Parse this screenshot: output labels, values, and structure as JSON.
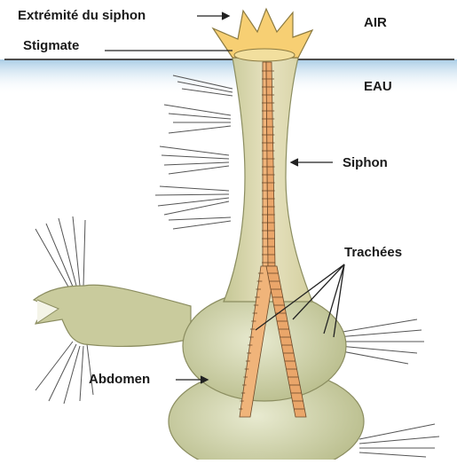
{
  "labels": {
    "extremite": "Extrémité du siphon",
    "stigmate": "Stigmate",
    "air": "AIR",
    "eau": "EAU",
    "siphon": "Siphon",
    "trachees": "Trachées",
    "abdomen": "Abdomen"
  },
  "colors": {
    "air_bg": "#ffffff",
    "water_surface": "#b9d6ea",
    "water_line": "#4d4d4d",
    "body_fill": "#cfd1a4",
    "body_light": "#e6e6c6",
    "trachea": "#f0b47a",
    "crown": "#f7cf73"
  }
}
